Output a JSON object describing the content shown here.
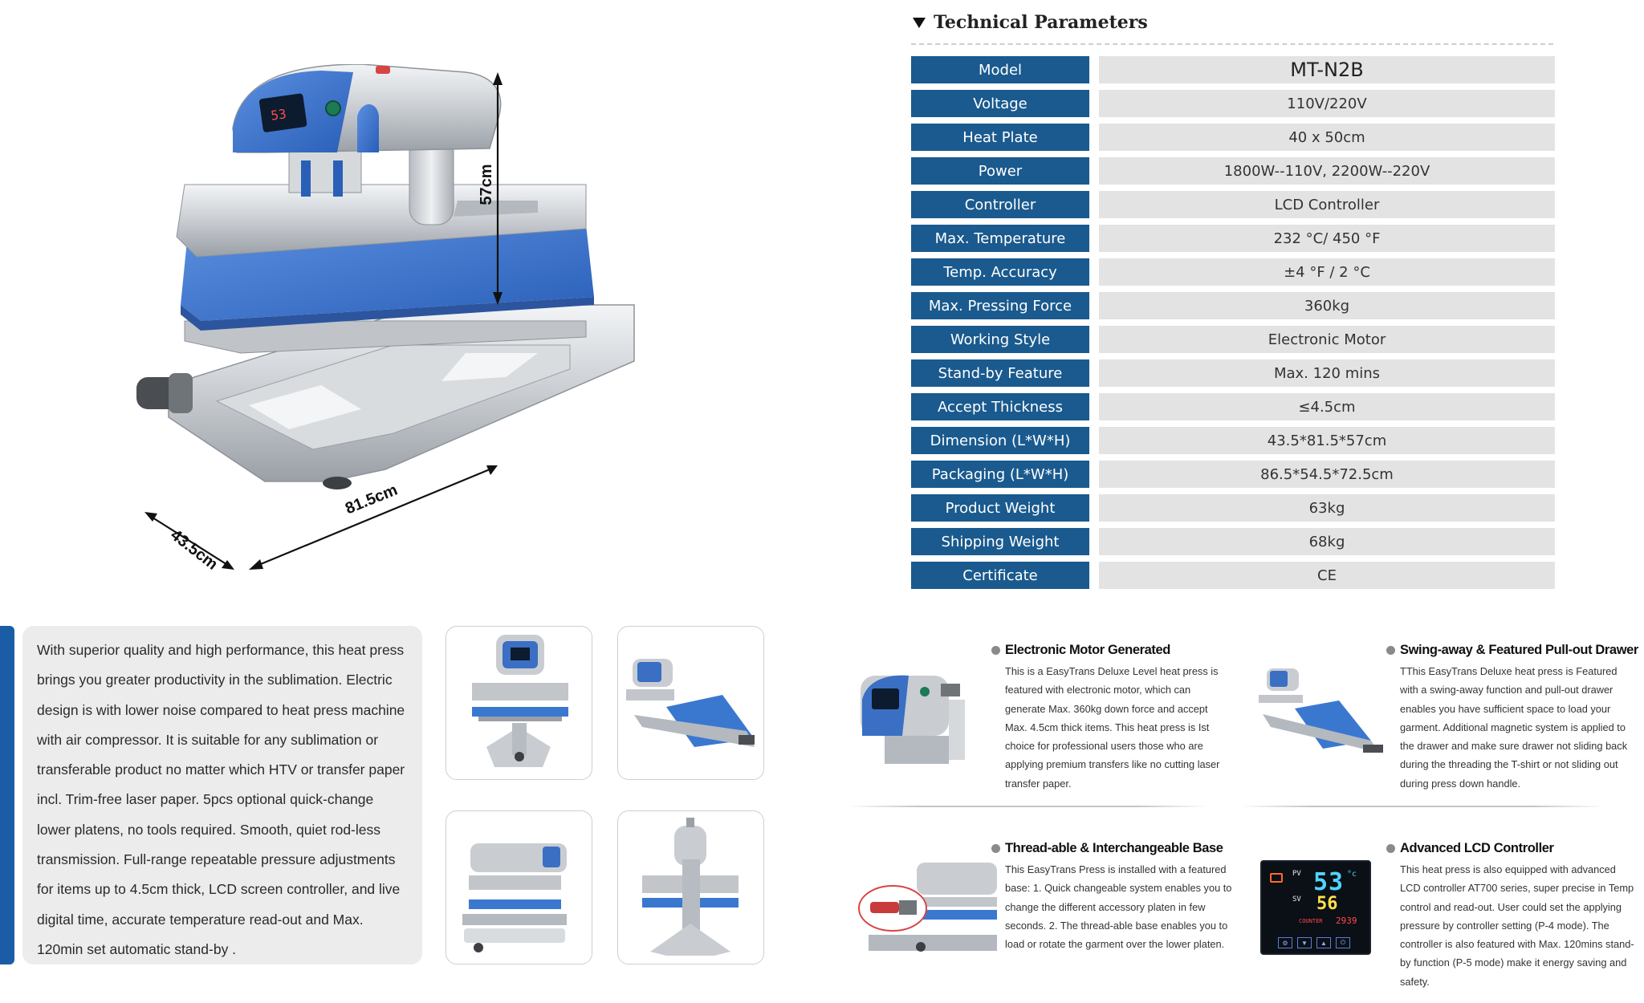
{
  "illustration": {
    "dim_height": "57cm",
    "dim_length": "81.5cm",
    "dim_width": "43.5cm",
    "lcd_readout": "53"
  },
  "tech": {
    "title": "Technical Parameters",
    "specs": [
      {
        "label": "Model",
        "value": "MT-N2B"
      },
      {
        "label": "Voltage",
        "value": "110V/220V"
      },
      {
        "label": "Heat Plate",
        "value": "40 x 50cm"
      },
      {
        "label": "Power",
        "value": "1800W--110V, 2200W--220V"
      },
      {
        "label": "Controller",
        "value": "LCD Controller"
      },
      {
        "label": "Max. Temperature",
        "value": "232 °C/ 450 °F"
      },
      {
        "label": "Temp. Accuracy",
        "value": "±4 °F / 2 °C"
      },
      {
        "label": "Max. Pressing Force",
        "value": "360kg"
      },
      {
        "label": "Working Style",
        "value": "Electronic Motor"
      },
      {
        "label": "Stand-by Feature",
        "value": "Max. 120 mins"
      },
      {
        "label": "Accept Thickness",
        "value": "≤4.5cm"
      },
      {
        "label": "Dimension (L*W*H)",
        "value": "43.5*81.5*57cm"
      },
      {
        "label": "Packaging (L*W*H)",
        "value": "86.5*54.5*72.5cm"
      },
      {
        "label": "Product Weight",
        "value": "63kg"
      },
      {
        "label": "Shipping Weight",
        "value": "68kg"
      },
      {
        "label": "Certificate",
        "value": "CE"
      }
    ]
  },
  "description": "With superior quality and high performance, this heat press brings you greater productivity in the sublimation. Electric design is with lower noise compared to heat press machine with air compressor. It is suitable for any sublimation or transferable product no matter which HTV or transfer paper incl. Trim-free laser paper. 5pcs optional quick-change lower platens, no tools required. Smooth, quiet rod-less transmission. Full-range repeatable pressure adjustments for items up to 4.5cm thick, LCD screen controller, and live digital time, accurate temperature read-out and Max. 120min set automatic stand-by .",
  "features": [
    {
      "title": "Electronic Motor Generated",
      "text": "This is a EasyTrans Deluxe Level heat press is featured with electronic motor, which can generate Max. 360kg down force and accept Max. 4.5cm thick items. This heat press is Ist choice for professional users those who are applying premium transfers like no cutting laser transfer paper."
    },
    {
      "title": "Swing-away & Featured Pull-out Drawer",
      "text": "TThis EasyTrans Deluxe heat press is Featured with a swing-away function and pull-out drawer enables you have sufficient space to load your garment. Additional magnetic system is applied to the drawer and make sure drawer not sliding back during the threading the T-shirt or not sliding out during press down handle."
    },
    {
      "title": "Thread-able & Interchangeable Base",
      "text": "This EasyTrans Press is installed with a featured base: 1. Quick changeable system enables you to change the different accessory platen in few seconds. 2. The thread-able base enables you to load or rotate the garment over the lower platen."
    },
    {
      "title": "Advanced LCD Controller",
      "text": "This heat press is also equipped with advanced LCD controller AT700 series, super precise in Temp control and read-out. User could set the applying pressure by controller setting (P-4 mode). The controller is also featured with Max. 120mins stand-by function (P-5 mode) make it energy saving and safety."
    }
  ],
  "lcd_panel": {
    "pv_label": "PV",
    "sv_label": "SV",
    "pv_value": "53",
    "sv_value": "56",
    "unit": "°c",
    "counter_label": "COUNTER",
    "counter_value": "2939"
  },
  "colors": {
    "label_blue": "#1a5a8e",
    "accent_blue": "#1a5da6",
    "platen_blue": "#3a78d0",
    "value_gray": "#e3e3e3"
  }
}
